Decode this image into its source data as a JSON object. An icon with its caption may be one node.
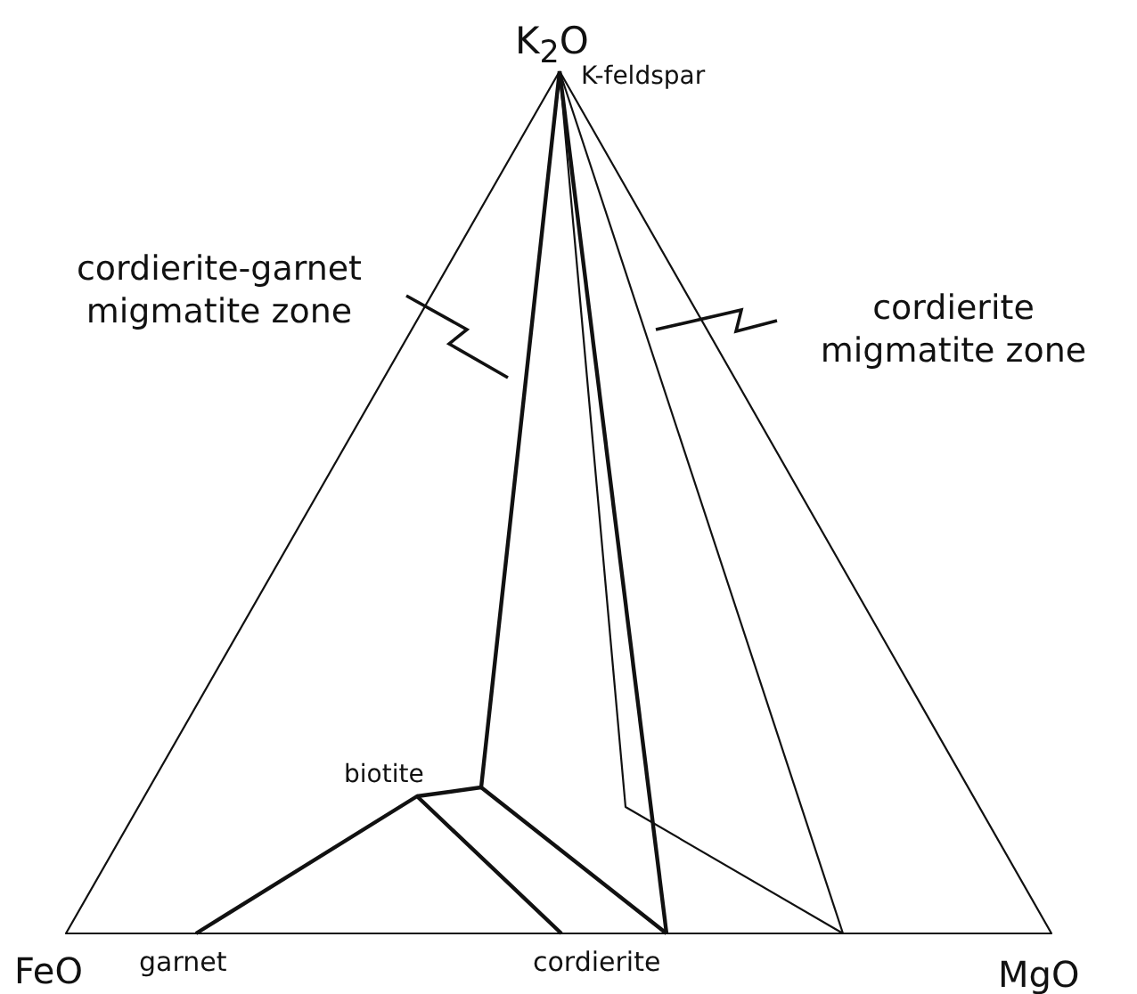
{
  "diagram": {
    "nodes": [
      {
        "text": [
          "cordierite-garnet migmatite zone"
        ]
      },
      {
        "text": [
          "cordierite migmatite zone"
        ]
      }
    ],
    "edges": [
      {
        "from": 0,
        "to": null,
        "arrow": "none"
      },
      {
        "from": 1,
        "to": null,
        "arrow": "none"
      }
    ],
    "labels": [
      "K$_{2}$O",
      "K-feldspar",
      "biotite",
      "FeO",
      "garnet",
      "cordierite",
      "MgO"
    ]
  }
}
